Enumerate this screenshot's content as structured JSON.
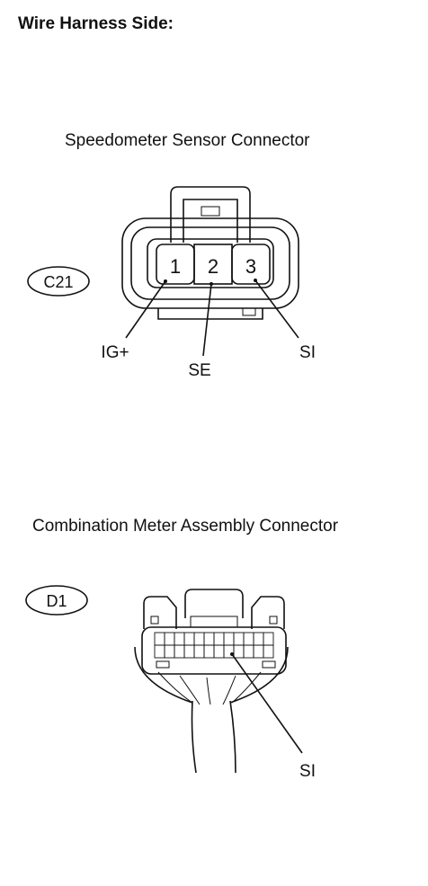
{
  "heading": "Wire Harness Side:",
  "connector1": {
    "title": "Speedometer Sensor Connector",
    "code": "C21",
    "pins": [
      "1",
      "2",
      "3"
    ],
    "labels": {
      "pin1": "IG+",
      "pin2": "SE",
      "pin3": "SI"
    }
  },
  "connector2": {
    "title": "Combination Meter Assembly Connector",
    "code": "D1",
    "labels": {
      "signal": "SI"
    }
  }
}
